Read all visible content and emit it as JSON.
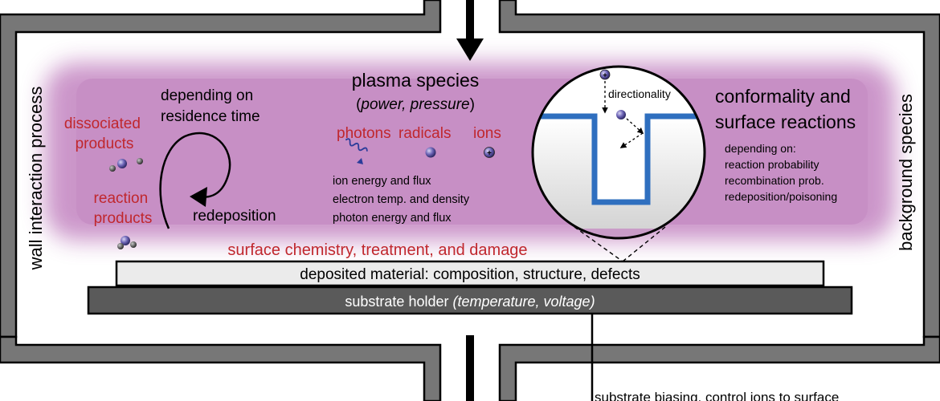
{
  "wall_label": "wall interaction process",
  "background_label": "background species",
  "plasma": {
    "title": "plasma species",
    "subtitle": "(power, pressure)",
    "species": {
      "photons": "photons",
      "radicals": "radicals",
      "ions": "ions"
    },
    "properties": [
      "ion energy and flux",
      "electron temp. and density",
      "photon energy and flux"
    ]
  },
  "left_region": {
    "dissociated_line1": "dissociated",
    "dissociated_line2": "products",
    "residence_line1": "depending on",
    "residence_line2": "residence time",
    "reaction_line1": "reaction",
    "reaction_line2": "products",
    "redeposition": "redeposition"
  },
  "conformality": {
    "directionality": "directionality",
    "title_line1": "conformality and",
    "title_line2": "surface reactions",
    "depending_on": "depending on:",
    "factors": [
      "reaction probability",
      "recombination prob.",
      "redeposition/poisoning"
    ]
  },
  "surface_chemistry": "surface chemistry, treatment, and damage",
  "deposited_material": "deposited material: composition, structure, defects",
  "substrate_holder": {
    "label": "substrate holder ",
    "params": "(temperature, voltage)"
  },
  "substrate_biasing": "substrate biasing, control ions to surface",
  "colors": {
    "plasma": "#c991c7",
    "wall": "#777777",
    "wall_stroke": "#000000",
    "red_text": "#c0272d",
    "trench_blue": "#2f6fbf",
    "deposited_fill": "#ebebeb",
    "holder_fill": "#5a5a5a",
    "particle": "#6b63b5"
  }
}
